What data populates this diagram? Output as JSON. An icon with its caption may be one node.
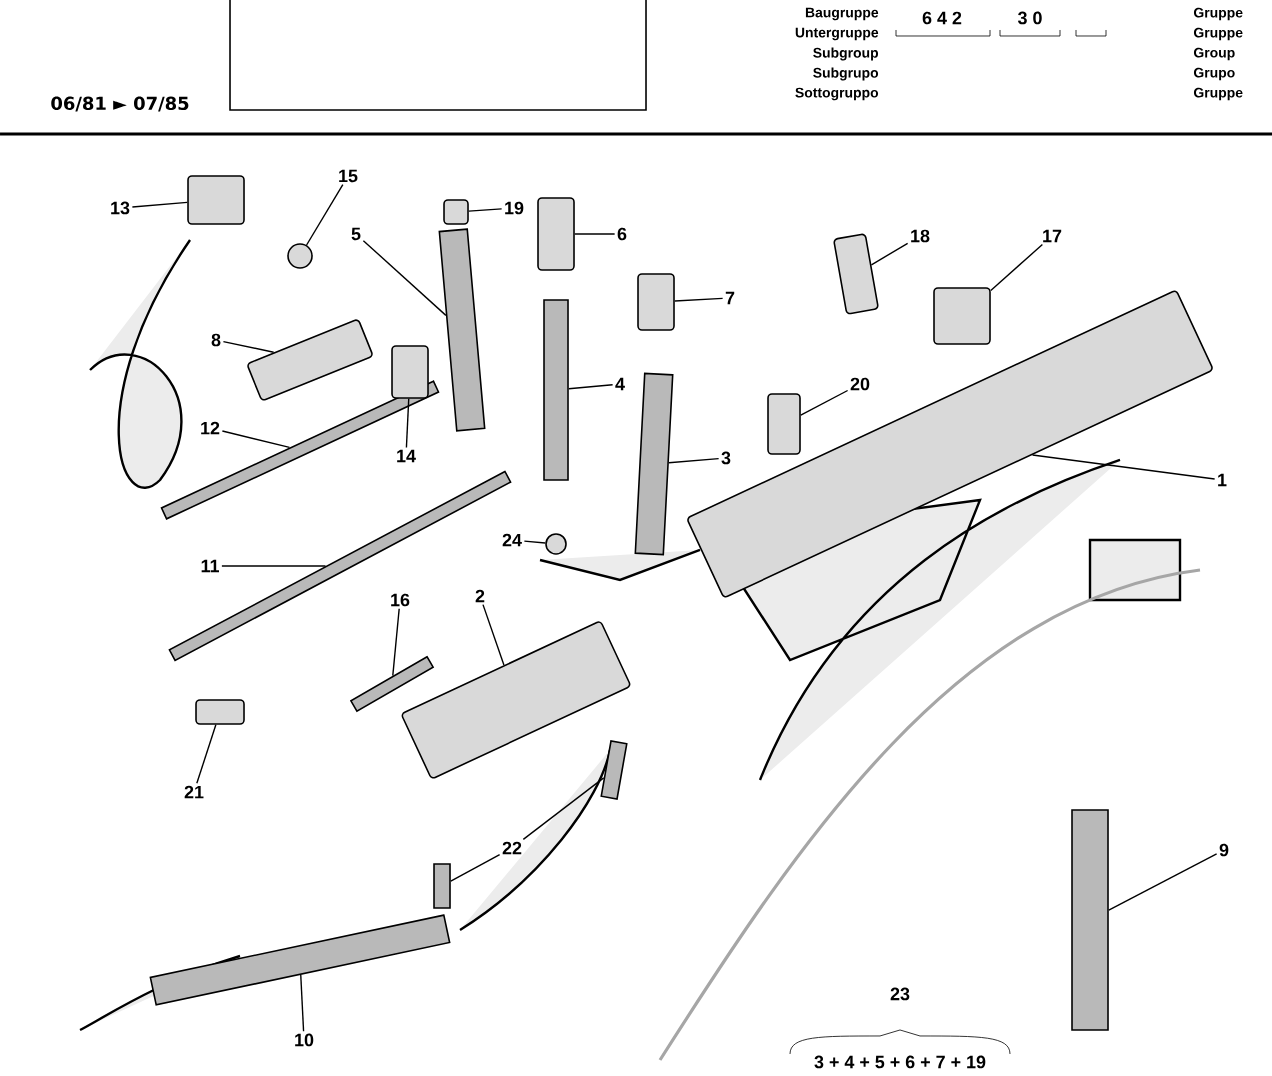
{
  "diagram": {
    "nodes": [
      {
        "text": [
          "13"
        ]
      },
      {
        "text": [],
        "shape": "box"
      },
      {
        "text": [
          "15"
        ]
      },
      {
        "text": [],
        "shape": "circle"
      },
      {
        "text": [
          "19"
        ]
      },
      {
        "text": [],
        "shape": "box"
      },
      {
        "text": [
          "5"
        ]
      },
      {
        "text": [],
        "shape": "bar"
      },
      {
        "text": [
          "6"
        ]
      },
      {
        "text": [],
        "shape": "box"
      },
      {
        "text": [
          "18"
        ]
      },
      {
        "text": [],
        "shape": "box"
      },
      {
        "text": [
          "17"
        ]
      },
      {
        "text": [],
        "shape": "box"
      },
      {
        "text": [
          "7"
        ]
      },
      {
        "text": [],
        "shape": "box"
      },
      {
        "text": [
          "8"
        ]
      },
      {
        "text": [],
        "shape": "box"
      },
      {
        "text": [
          "4"
        ]
      },
      {
        "text": [],
        "shape": "bar"
      },
      {
        "text": [
          "20"
        ]
      },
      {
        "text": [],
        "shape": "box"
      },
      {
        "text": [
          "12"
        ]
      },
      {
        "text": [],
        "shape": "bar"
      },
      {
        "text": [
          "14"
        ]
      },
      {
        "text": [],
        "shape": "box"
      },
      {
        "text": [
          "3"
        ]
      },
      {
        "text": [],
        "shape": "bar"
      },
      {
        "text": [
          "1"
        ]
      },
      {
        "text": [],
        "shape": "box"
      },
      {
        "text": [
          "24"
        ]
      },
      {
        "text": [],
        "shape": "circle"
      },
      {
        "text": [
          "11"
        ]
      },
      {
        "text": [],
        "shape": "bar"
      },
      {
        "text": [
          "16"
        ]
      },
      {
        "text": [],
        "shape": "bar"
      },
      {
        "text": [
          "2"
        ]
      },
      {
        "text": [],
        "shape": "box"
      },
      {
        "text": [
          "21"
        ]
      },
      {
        "text": [],
        "shape": "box"
      },
      {
        "text": [
          "22"
        ]
      },
      {
        "text": [],
        "shape": "bar"
      },
      {
        "text": [],
        "shape": "bar"
      },
      {
        "text": [
          "9"
        ]
      },
      {
        "text": [],
        "shape": "bar"
      },
      {
        "text": [
          "10"
        ]
      },
      {
        "text": [],
        "shape": "bar"
      }
    ],
    "edges": [
      {
        "from": 0,
        "to": 1,
        "arrow": "none"
      },
      {
        "from": 2,
        "to": 3,
        "arrow": "none"
      },
      {
        "from": 4,
        "to": 5,
        "arrow": "none"
      },
      {
        "from": 6,
        "to": 7,
        "arrow": "none"
      },
      {
        "from": 8,
        "to": 9,
        "arrow": "none"
      },
      {
        "from": 10,
        "to": 11,
        "arrow": "none"
      },
      {
        "from": 12,
        "to": 13,
        "arrow": "none"
      },
      {
        "from": 14,
        "to": 15,
        "arrow": "none"
      },
      {
        "from": 16,
        "to": 17,
        "arrow": "none"
      },
      {
        "from": 18,
        "to": 19,
        "arrow": "none"
      },
      {
        "from": 20,
        "to": 21,
        "arrow": "none"
      },
      {
        "from": 22,
        "to": 23,
        "arrow": "none"
      },
      {
        "from": 24,
        "to": 25,
        "arrow": "none"
      },
      {
        "from": 26,
        "to": 27,
        "arrow": "none"
      },
      {
        "from": 28,
        "to": 29,
        "arrow": "none"
      },
      {
        "from": 30,
        "to": 31,
        "arrow": "none"
      },
      {
        "from": 32,
        "to": 33,
        "arrow": "none"
      },
      {
        "from": 34,
        "to": 35,
        "arrow": "none"
      },
      {
        "from": 36,
        "to": 37,
        "arrow": "none"
      },
      {
        "from": 38,
        "to": 39,
        "arrow": "none"
      },
      {
        "from": 40,
        "to": 41,
        "arrow": "none"
      },
      {
        "from": 40,
        "to": 42,
        "arrow": "none"
      },
      {
        "from": 43,
        "to": 44,
        "arrow": "none"
      },
      {
        "from": 45,
        "to": 46,
        "arrow": "none"
      }
    ],
    "labels": [
      "06/81 ► 07/85",
      "Baugruppe",
      "Untergruppe",
      "Subgroup",
      "Subgrupo",
      "Sottogruppo",
      "6 4 2",
      "3 0",
      "Gruppe",
      "Gruppe",
      "Group",
      "Grupo",
      "Gruppe",
      "23",
      "3 + 4 + 5 + 6 + 7 + 19"
    ]
  }
}
